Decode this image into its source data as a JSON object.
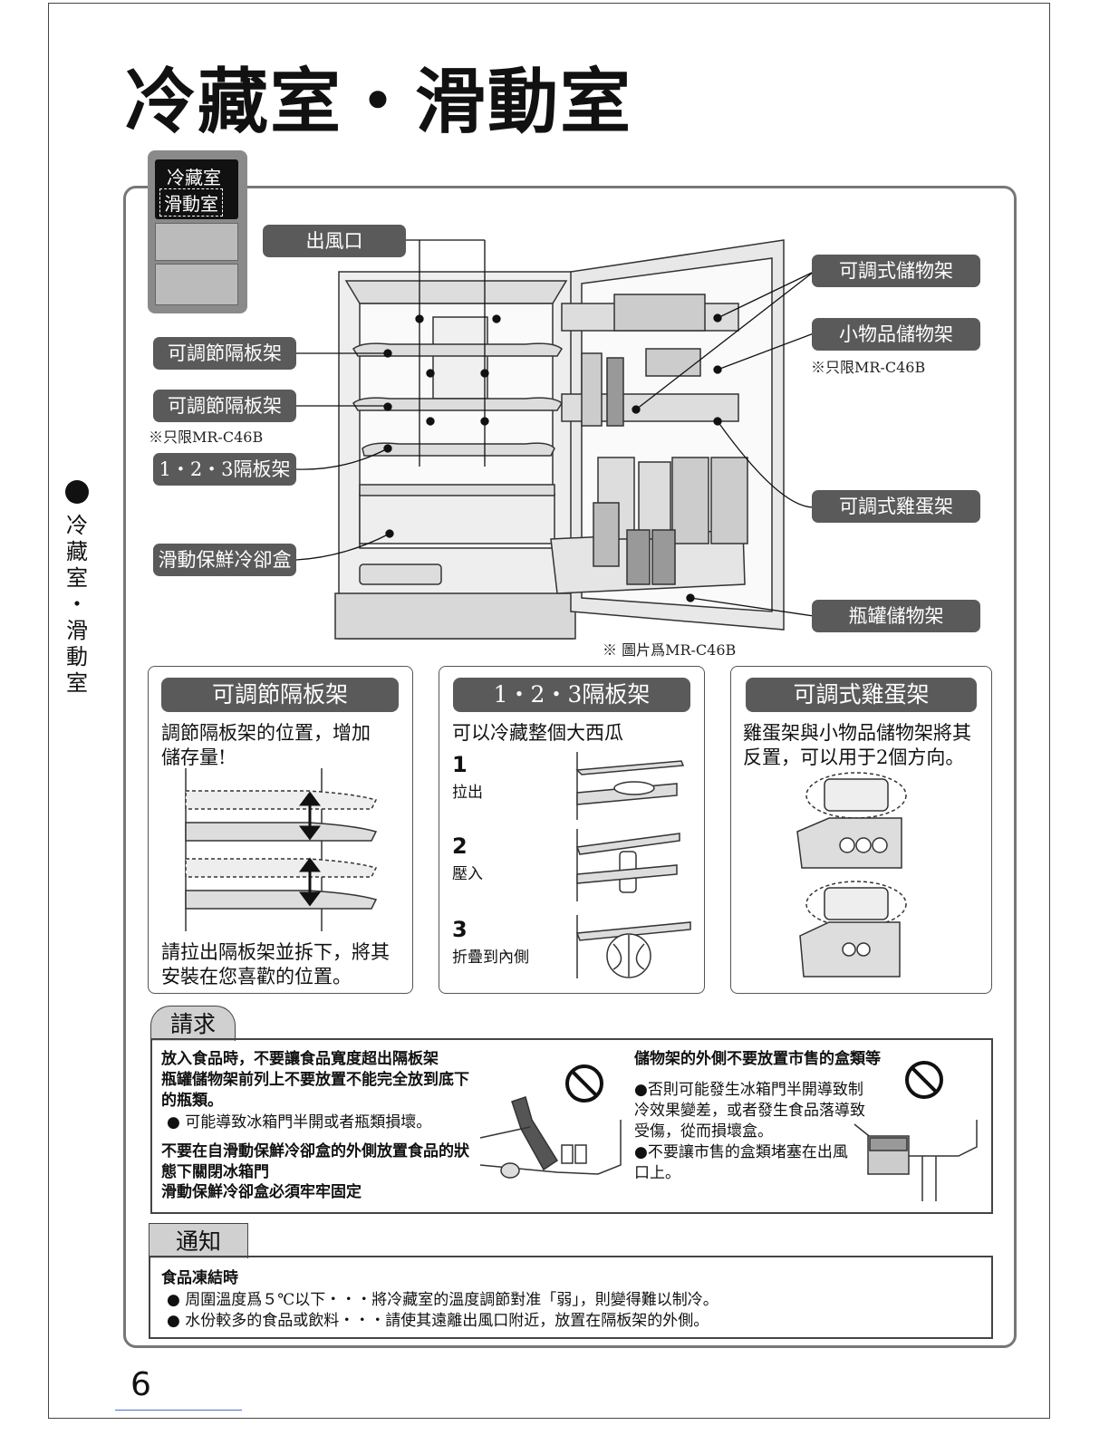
{
  "title": "冷藏室・滑動室",
  "mini_fridge": {
    "top": "冷藏室",
    "highlight": "滑動室"
  },
  "side_label": [
    "冷",
    "藏",
    "室",
    "・",
    "滑",
    "動",
    "室"
  ],
  "labels": {
    "air_outlet": "出風口",
    "adjustable_shelf_1": "可調節隔板架",
    "adjustable_shelf_2": "可調節隔板架",
    "note_c46b_left": "※只限MR-C46B",
    "folding_shelf": "1・2・3隔板架",
    "slide_box": "滑動保鮮冷卻盒",
    "door_shelf": "可調式儲物架",
    "small_items": "小物品儲物架",
    "note_c46b_right": "※只限MR-C46B",
    "egg_rack": "可調式雞蛋架",
    "bottle_shelf": "瓶罐儲物架",
    "picture_note": "※ 圖片爲MR-C46B"
  },
  "box1": {
    "title": "可調節隔板架",
    "desc": "調節隔板架的位置，增加儲存量!",
    "footer": "請拉出隔板架並拆下，將其安裝在您喜歡的位置。"
  },
  "box2": {
    "title": "1・2・3隔板架",
    "desc": "可以冷藏整個大西瓜",
    "steps": [
      {
        "num": "1",
        "text": "拉出"
      },
      {
        "num": "2",
        "text": "壓入"
      },
      {
        "num": "3",
        "text": "折疊到內側"
      }
    ]
  },
  "box3": {
    "title": "可調式雞蛋架",
    "desc": "雞蛋架與小物品儲物架將其反置，可以用于2個方向。"
  },
  "request": {
    "tab": "請求",
    "left_line1": "放入食品時，不要讓食品寬度超出隔板架",
    "left_line2": "瓶罐儲物架前列上不要放置不能完全放到底下的瓶類。",
    "left_bullet": "● 可能導致冰箱門半開或者瓶類損壞。",
    "left_line3": "不要在自滑動保鮮冷卻盒的外側放置食品的狀態下關閉冰箱門",
    "left_line4": "滑動保鮮冷卻盒必須牢牢固定",
    "right_title": "儲物架的外側不要放置市售的盒類等",
    "right_bullet1": "●否則可能發生冰箱門半開導致制冷效果變差，或者發生食品落導致受傷，從而損壞盒。",
    "right_bullet2": "●不要讓市售的盒類堵塞在出風口上。"
  },
  "notice": {
    "tab": "通知",
    "heading": "食品凍結時",
    "bullet1": "● 周圍溫度爲５℃以下・・・將冷藏室的溫度調節對准「弱」，則變得難以制冷。",
    "bullet2": "● 水份較多的食品或飲料・・・請使其遠離出風口附近，放置在隔板架的外側。"
  },
  "page_number": "6"
}
